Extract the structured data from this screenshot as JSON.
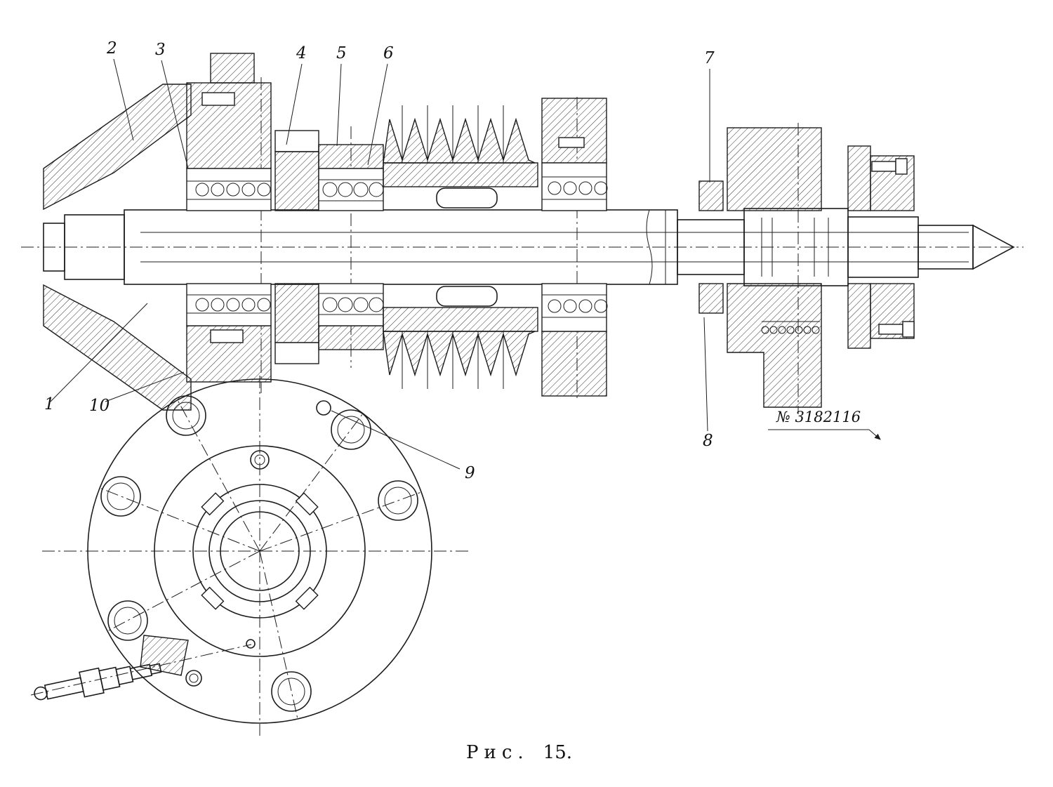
{
  "figure": {
    "caption_label": "Рис.",
    "caption_number": "15.",
    "part_number": "№ 3182116"
  },
  "callouts": [
    "1",
    "2",
    "3",
    "4",
    "5",
    "6",
    "7",
    "8",
    "9",
    "10"
  ],
  "colors": {
    "ink": "#1c1c1c",
    "paper": "#ffffff"
  }
}
